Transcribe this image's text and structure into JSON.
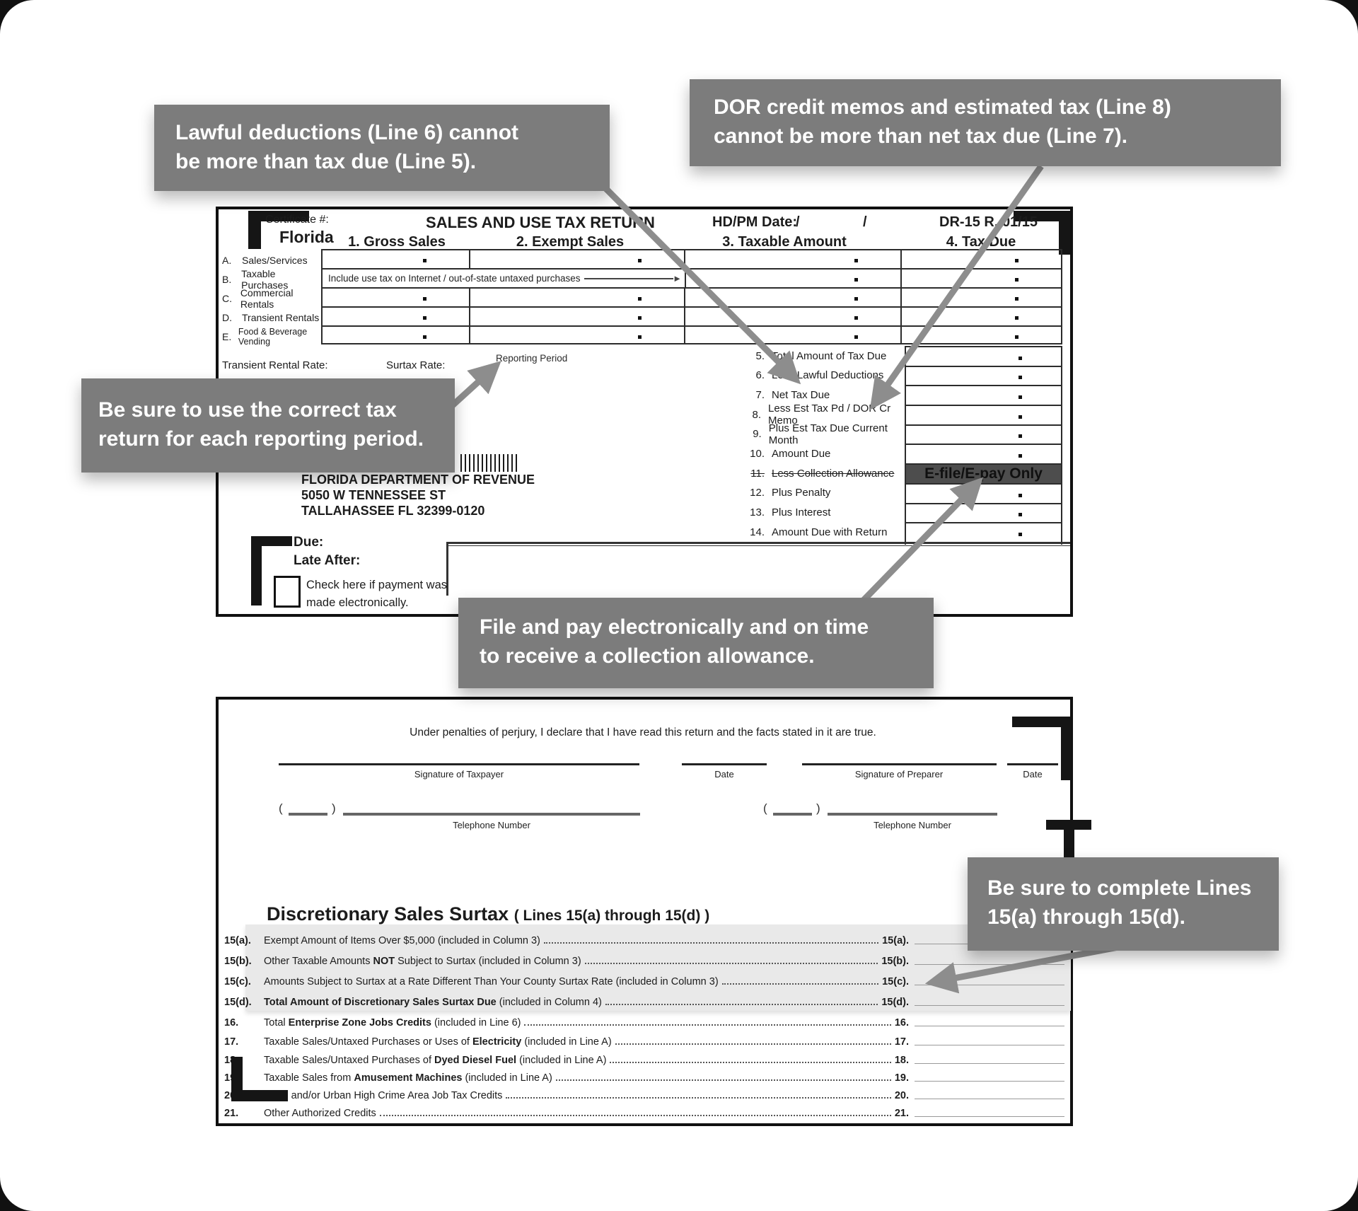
{
  "callouts": {
    "c1": {
      "line1": "Lawful deductions (Line 6) cannot",
      "line2": "be more than tax due (Line 5)."
    },
    "c2": {
      "line1": "DOR credit memos and estimated tax (Line 8)",
      "line2": "cannot be more than net tax due (Line 7)."
    },
    "c3": {
      "line1": "Be sure to use the correct tax",
      "line2": "return for each reporting period."
    },
    "c4": {
      "line1": "File and pay electronically and on time",
      "line2": "to receive a collection allowance."
    },
    "c5": {
      "line1": "Be sure to complete Lines",
      "line2": "15(a) through 15(d)."
    }
  },
  "colors": {
    "callout_bg": "#7c7c7c",
    "arrow": "#8d8d8d",
    "efile_bg": "#4d4d4d",
    "band_bg": "#e9e9e9"
  },
  "form_top": {
    "certificate_label": "Certificate #:",
    "state": "Florida",
    "title": "SALES AND USE TAX RETURN",
    "hd_pm_label": "HD/PM Date:",
    "slash1": "/",
    "slash2": "/",
    "form_number": "DR-15 R. 01/15",
    "columns": [
      "1. Gross Sales",
      "2. Exempt Sales",
      "3. Taxable Amount",
      "4. Tax Due"
    ],
    "rows": [
      {
        "letter": "A.",
        "label": "Sales/Services"
      },
      {
        "letter": "B.",
        "label": "Taxable Purchases",
        "note": "Include use tax on Internet / out-of-state untaxed purchases"
      },
      {
        "letter": "C.",
        "label": "Commercial Rentals"
      },
      {
        "letter": "D.",
        "label": "Transient Rentals"
      },
      {
        "letter": "E.",
        "label": "Food & Beverage Vending"
      }
    ],
    "transient_rental_rate_label": "Transient Rental Rate:",
    "surtax_rate_label": "Surtax Rate:",
    "reporting_period_label": "Reporting Period",
    "lines": [
      {
        "num": "5.",
        "label": "Total Amount of Tax Due"
      },
      {
        "num": "6.",
        "label": "Less Lawful Deductions"
      },
      {
        "num": "7.",
        "label": "Net Tax Due"
      },
      {
        "num": "8.",
        "label": "Less Est Tax Pd / DOR Cr Memo"
      },
      {
        "num": "9.",
        "label": "Plus Est Tax Due Current Month"
      },
      {
        "num": "10.",
        "label": "Amount Due"
      },
      {
        "num": "11.",
        "label": "Less Collection Allowance",
        "strike": true,
        "efile": true
      },
      {
        "num": "12.",
        "label": "Plus Penalty"
      },
      {
        "num": "13.",
        "label": "Plus Interest"
      },
      {
        "num": "14.",
        "label": "Amount Due with Return"
      }
    ],
    "efile_label": "E-file/E-pay Only",
    "agency": {
      "name": "FLORIDA DEPARTMENT OF REVENUE",
      "street": "5050 W TENNESSEE ST",
      "city": "TALLAHASSEE FL  32399-0120"
    },
    "due_label": "Due:",
    "late_after_label": "Late After:",
    "check_line1": "Check here if payment was",
    "check_line2": "made electronically."
  },
  "form_bottom": {
    "perjury": "Under penalties of perjury, I declare that I have read this return and the facts stated in it are true.",
    "sig_taxpayer": "Signature of Taxpayer",
    "date1": "Date",
    "sig_preparer": "Signature of Preparer",
    "date2": "Date",
    "phone1": "Telephone Number",
    "phone2": "Telephone Number",
    "surtax_title": "Discretionary Sales Surtax",
    "surtax_subtitle": "( Lines 15(a) through 15(d) )",
    "rows": [
      {
        "num": "15(a).",
        "pre": "Exempt Amount of Items Over $5,000 (included in Column 3)",
        "b": "",
        "post": "",
        "right": "15(a)."
      },
      {
        "num": "15(b).",
        "pre": "Other Taxable Amounts ",
        "b": "NOT",
        "post": " Subject to Surtax (included in Column 3)",
        "right": "15(b)."
      },
      {
        "num": "15(c).",
        "pre": "Amounts Subject to Surtax at a Rate Different Than Your County Surtax Rate (included in Column 3)",
        "b": "",
        "post": "",
        "right": "15(c)."
      },
      {
        "num": "15(d).",
        "pre": "",
        "b": "Total Amount of Discretionary Sales Surtax Due",
        "post": " (included in Column 4)",
        "right": "15(d)."
      },
      {
        "num": "16.",
        "pre": "Total ",
        "b": "Enterprise Zone Jobs Credits",
        "post": " (included in Line 6)",
        "right": "16."
      },
      {
        "num": "17.",
        "pre": "Taxable Sales/Untaxed Purchases or Uses of ",
        "b": "Electricity",
        "post": " (included in Line A)",
        "right": "17."
      },
      {
        "num": "18.",
        "pre": "Taxable Sales/Untaxed Purchases of ",
        "b": "Dyed Diesel Fuel",
        "post": " (included in Line A)",
        "right": "18."
      },
      {
        "num": "19.",
        "pre": "Taxable Sales from ",
        "b": "Amusement Machines",
        "post": " (included in Line A)",
        "right": "19."
      },
      {
        "num": "20.",
        "pre": "Rural and/or Urban High Crime Area Job Tax Credits",
        "b": "",
        "post": "",
        "right": "20."
      },
      {
        "num": "21.",
        "pre": "Other Authorized Credits",
        "b": "",
        "post": "",
        "right": "21."
      }
    ]
  }
}
